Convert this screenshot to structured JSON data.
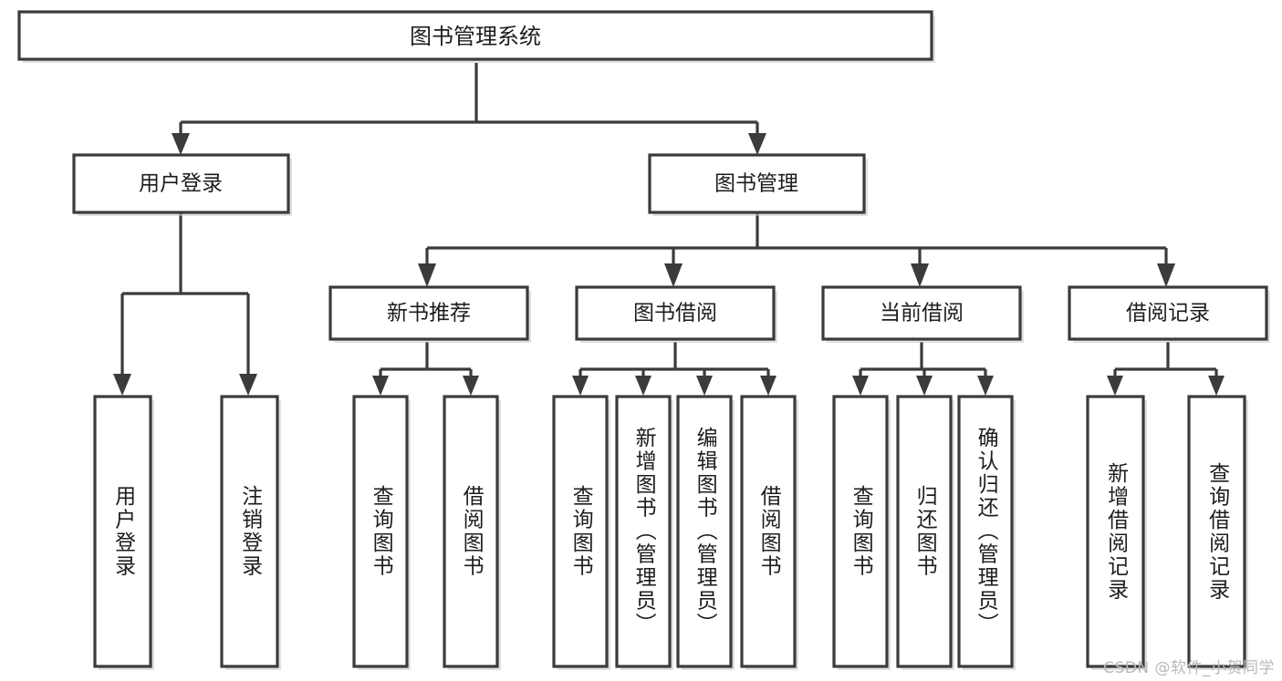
{
  "diagram": {
    "title_node": {
      "label": "图书管理系统"
    },
    "level2": [
      {
        "id": "user-login",
        "label": "用户登录"
      },
      {
        "id": "book-management",
        "label": "图书管理"
      }
    ],
    "level3": [
      {
        "id": "new-book-recommend",
        "label": "新书推荐"
      },
      {
        "id": "book-borrow",
        "label": "图书借阅"
      },
      {
        "id": "current-borrow",
        "label": "当前借阅"
      },
      {
        "id": "borrow-record",
        "label": "借阅记录"
      }
    ],
    "leaves": {
      "user_login": [
        {
          "id": "leaf-user-login",
          "label": "用户登录"
        },
        {
          "id": "leaf-logout-login",
          "label": "注销登录"
        }
      ],
      "new_book_recommend": [
        {
          "id": "leaf-query-book-1",
          "label": "查询图书"
        },
        {
          "id": "leaf-borrow-book-1",
          "label": "借阅图书"
        }
      ],
      "book_borrow": [
        {
          "id": "leaf-query-book-2",
          "label": "查询图书"
        },
        {
          "id": "leaf-add-book",
          "label": "新增图书（管理员）"
        },
        {
          "id": "leaf-edit-book",
          "label": "编辑图书（管理员）"
        },
        {
          "id": "leaf-borrow-book-2",
          "label": "借阅图书"
        }
      ],
      "current_borrow": [
        {
          "id": "leaf-query-book-3",
          "label": "查询图书"
        },
        {
          "id": "leaf-return-book",
          "label": "归还图书"
        },
        {
          "id": "leaf-confirm-return",
          "label": "确认归还（管理员）"
        }
      ],
      "borrow_record": [
        {
          "id": "leaf-add-borrow-record",
          "label": "新增借阅记录"
        },
        {
          "id": "leaf-query-borrow-record",
          "label": "查询借阅记录"
        }
      ]
    },
    "watermark": "CSDN @软件_小贺同学",
    "colors": {
      "stroke": "#3b3b3b",
      "background": "#ffffff",
      "text": "#1d1d1d",
      "watermark": "#b9b9b9"
    }
  }
}
